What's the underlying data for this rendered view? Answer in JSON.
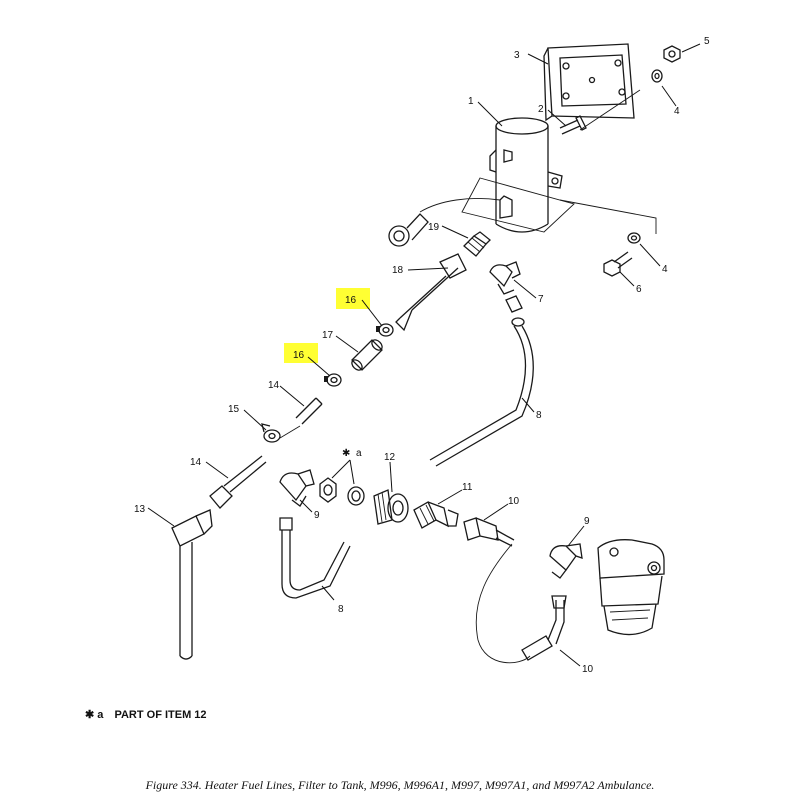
{
  "callouts": {
    "c1": "1",
    "c2": "2",
    "c3": "3",
    "c4a": "4",
    "c4b": "4",
    "c5": "5",
    "c6": "6",
    "c7": "7",
    "c8a": "8",
    "c8b": "8",
    "c9a": "9",
    "c9b": "9",
    "c10a": "10",
    "c10b": "10",
    "c11": "11",
    "c12": "12",
    "c13": "13",
    "c14a": "14",
    "c14b": "14",
    "c15": "15",
    "c16a": "16",
    "c16b": "16",
    "c17": "17",
    "c18": "18",
    "c19": "19",
    "ca": "a"
  },
  "highlight_color": "#ffff33",
  "note": {
    "marker": "✱ a",
    "text": "PART OF ITEM 12"
  },
  "caption": "Figure 334.  Heater Fuel Lines, Filter to Tank, M996, M996A1, M997, M997A1, and M997A2 Ambulance."
}
